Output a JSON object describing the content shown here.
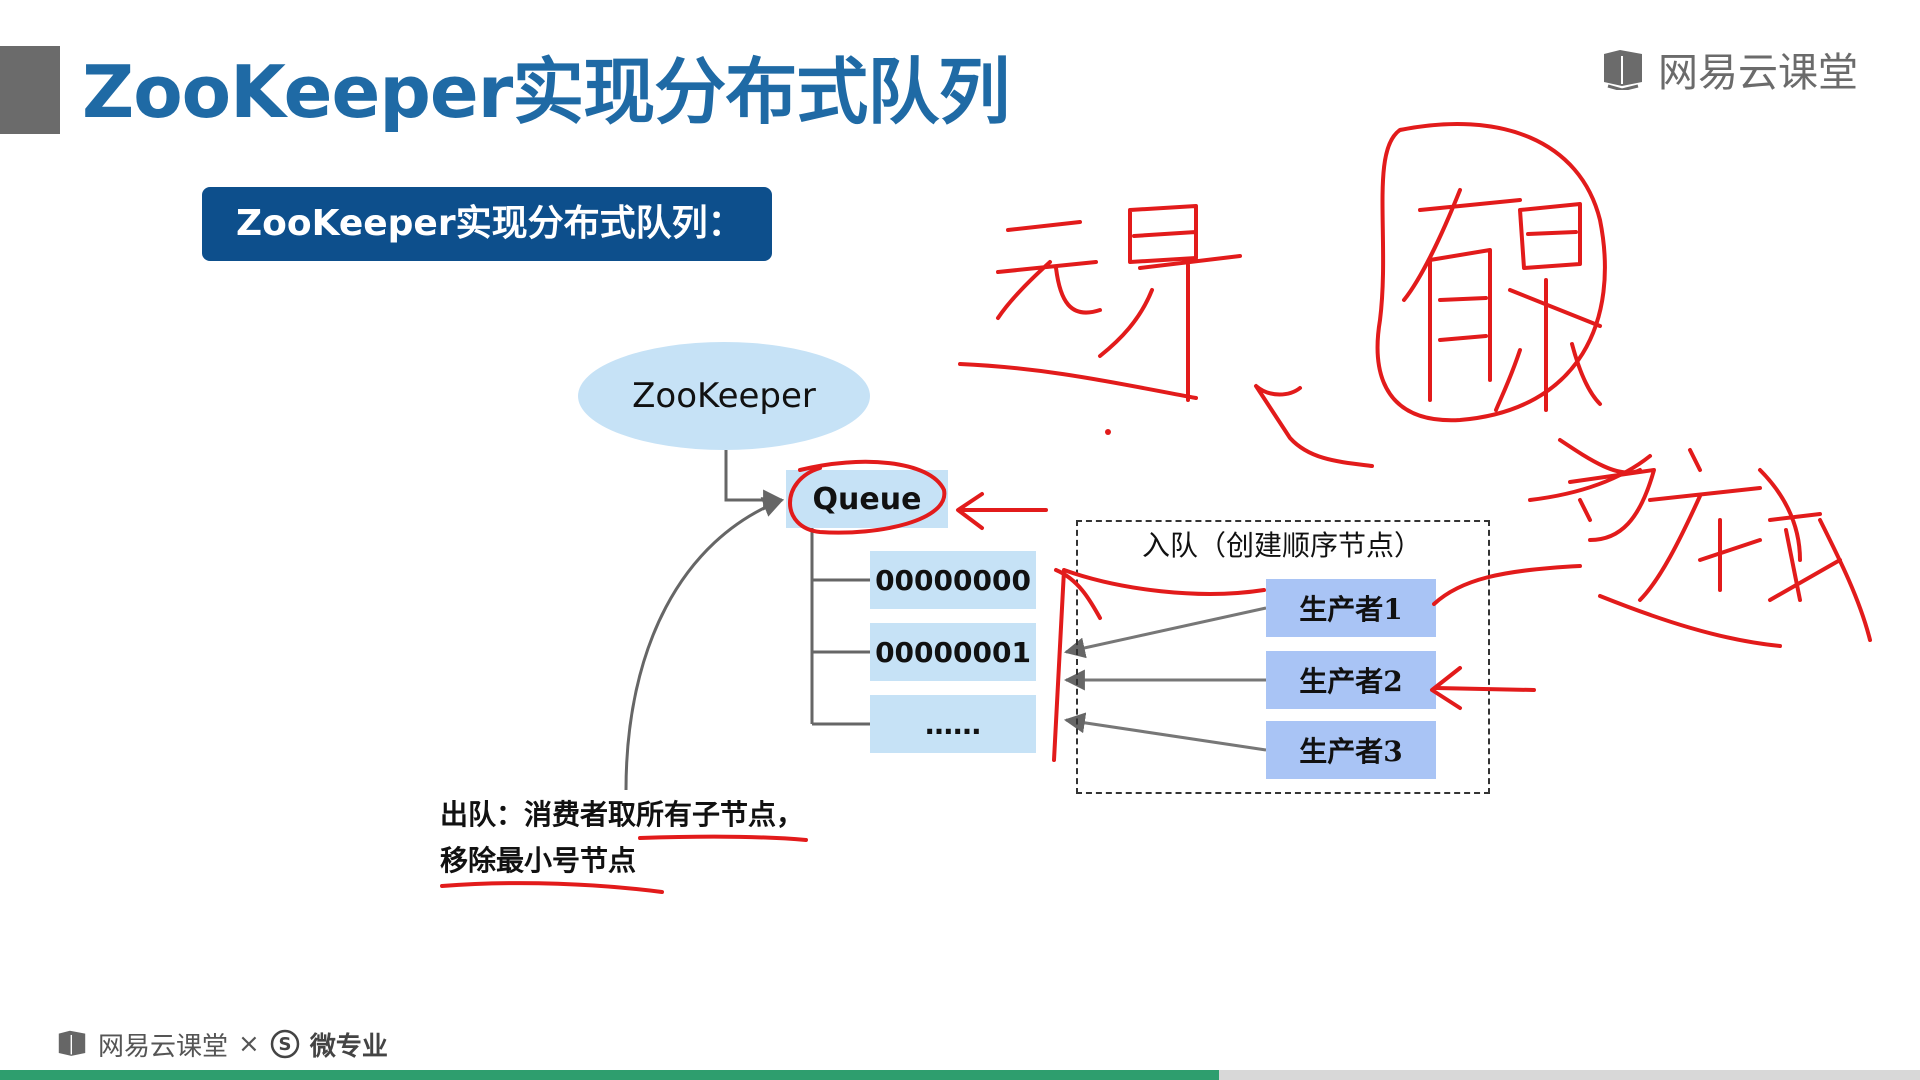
{
  "slide": {
    "title": "ZooKeeper实现分布式队列",
    "brand": "网易云课堂"
  },
  "section_heading": "ZooKeeper实现分布式队列：",
  "diagram": {
    "root": "ZooKeeper",
    "queue": "Queue",
    "nodes": [
      "00000000",
      "00000001",
      "……"
    ],
    "enqueue_label": "入队（创建顺序节点）",
    "producers": [
      "生产者1",
      "生产者2",
      "生产者3"
    ],
    "dequeue_lines": [
      "出队：消费者取所有子节点，",
      "移除最小号节点"
    ]
  },
  "footer": {
    "brand": "网易云课堂",
    "separator": "×",
    "partner": "微专业"
  },
  "progress": {
    "fraction": 0.635
  },
  "icons": {
    "brand_logo": "book-icon",
    "partner_logo": "s-circle-icon"
  },
  "colors": {
    "title": "#1f6aa5",
    "heading_bg": "#0d4f8c",
    "node_fill": "#c6e2f6",
    "producer_fill": "#a9c4f5",
    "annotation": "#e21b1b",
    "progress": "#2e9e6e"
  }
}
